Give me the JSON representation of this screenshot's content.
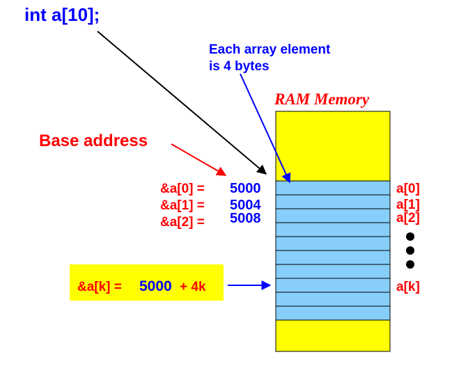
{
  "declaration": "int a[10];",
  "note": {
    "line1": "Each array element",
    "line2": "is 4 bytes"
  },
  "memory_title": "RAM Memory",
  "base_label": "Base address",
  "address_rows": [
    {
      "expr": "&a[0] =",
      "addr": "5000",
      "elem": "a[0]"
    },
    {
      "expr": "&a[1] =",
      "addr": "5004",
      "elem": "a[1]"
    },
    {
      "expr": "&a[2] =",
      "addr": "5008",
      "elem": "a[2]"
    }
  ],
  "formula": {
    "lhs": "&a[k] =",
    "base": "5000",
    "rest": "+ 4k"
  },
  "elem_k": "a[k]",
  "ellipsis_count": 3,
  "array_cell_count": 10,
  "colors": {
    "blue": "#0000ff",
    "red": "#ff0000",
    "yellow": "#ffff00",
    "cell": "#87cefa",
    "black": "#000000"
  }
}
